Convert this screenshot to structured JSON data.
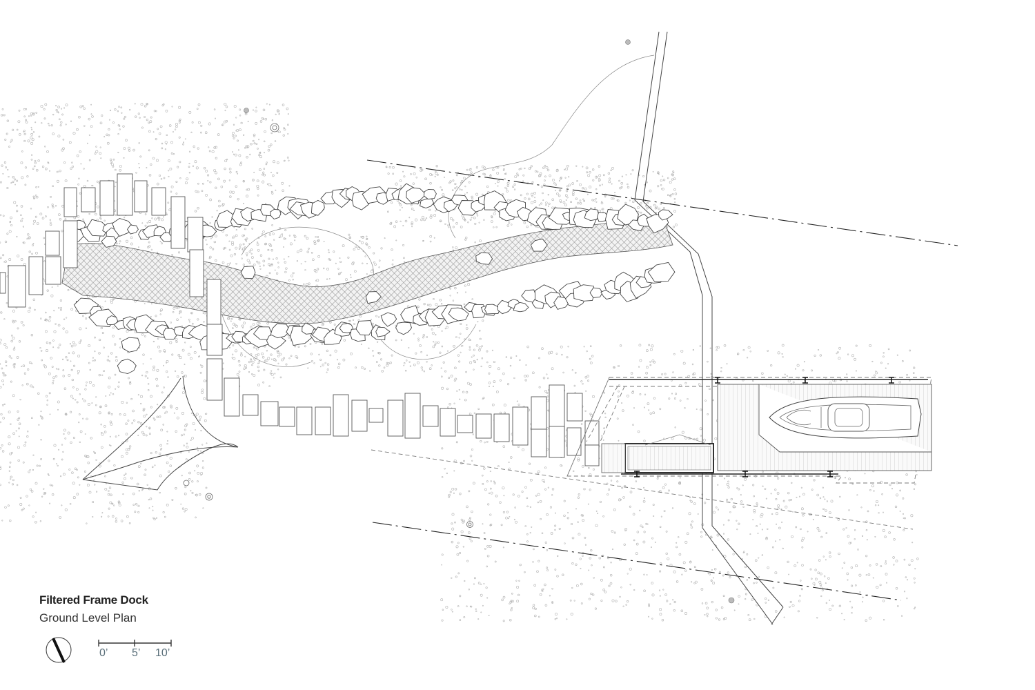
{
  "drawing": {
    "title": "Filtered Frame Dock",
    "subtitle": "Ground Level Plan",
    "scale_labels": [
      "0’",
      "5’",
      "10’"
    ]
  },
  "icons": {
    "north_arrow": "north-arrow-icon",
    "scale_bar": "scale-bar-icon"
  },
  "colors": {
    "linework": "#444444",
    "scale_text": "#5a6f7a",
    "background": "#ffffff"
  }
}
